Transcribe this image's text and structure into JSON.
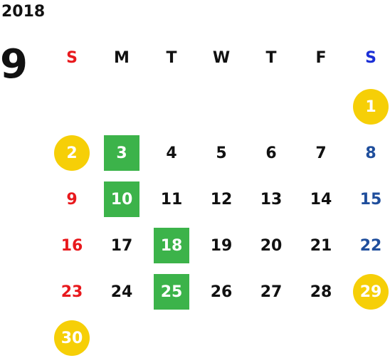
{
  "calendar": {
    "year": "2018",
    "month": "9",
    "weekdays": [
      "S",
      "M",
      "T",
      "W",
      "T",
      "F",
      "S"
    ],
    "days": [
      [
        "",
        "",
        "",
        "",
        "",
        "",
        "1"
      ],
      [
        "2",
        "3",
        "4",
        "5",
        "6",
        "7",
        "8"
      ],
      [
        "9",
        "10",
        "11",
        "12",
        "13",
        "14",
        "15"
      ],
      [
        "16",
        "17",
        "18",
        "19",
        "20",
        "21",
        "22"
      ],
      [
        "23",
        "24",
        "25",
        "26",
        "27",
        "28",
        "29"
      ],
      [
        "30",
        "",
        "",
        "",
        "",
        "",
        ""
      ]
    ],
    "holidays": [
      "1",
      "2",
      "29",
      "30"
    ],
    "event_days": [
      "3",
      "10",
      "18",
      "25"
    ],
    "colors": {
      "sunday": "#e8191d",
      "saturday_header": "#1b2fd6",
      "saturday": "#1f4e9c",
      "holiday_circle": "#f6cf07",
      "event_square": "#3cb34a",
      "text": "#111111"
    }
  }
}
